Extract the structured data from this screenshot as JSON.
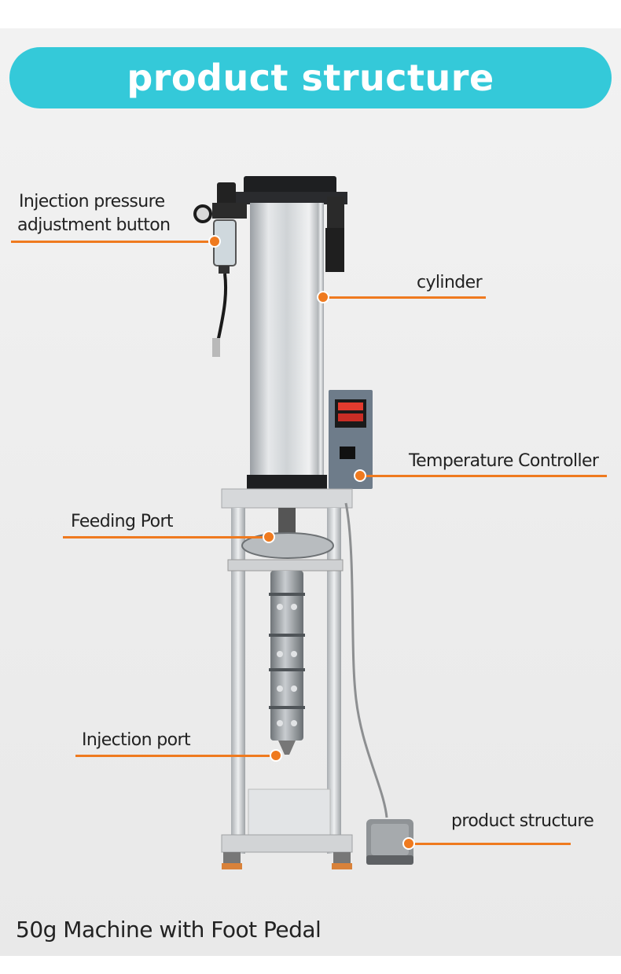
{
  "banner": {
    "title": "product structure"
  },
  "labels": {
    "pressure_line1": "Injection pressure",
    "pressure_line2": "adjustment button",
    "cylinder": "cylinder",
    "temperature": "Temperature Controller",
    "feeding": "Feeding Port",
    "injection": "Injection port",
    "pedal": "product structure"
  },
  "caption": "50g Machine with Foot Pedal",
  "colors": {
    "banner": "#34c9d9",
    "accent": "#ef7a1f"
  }
}
